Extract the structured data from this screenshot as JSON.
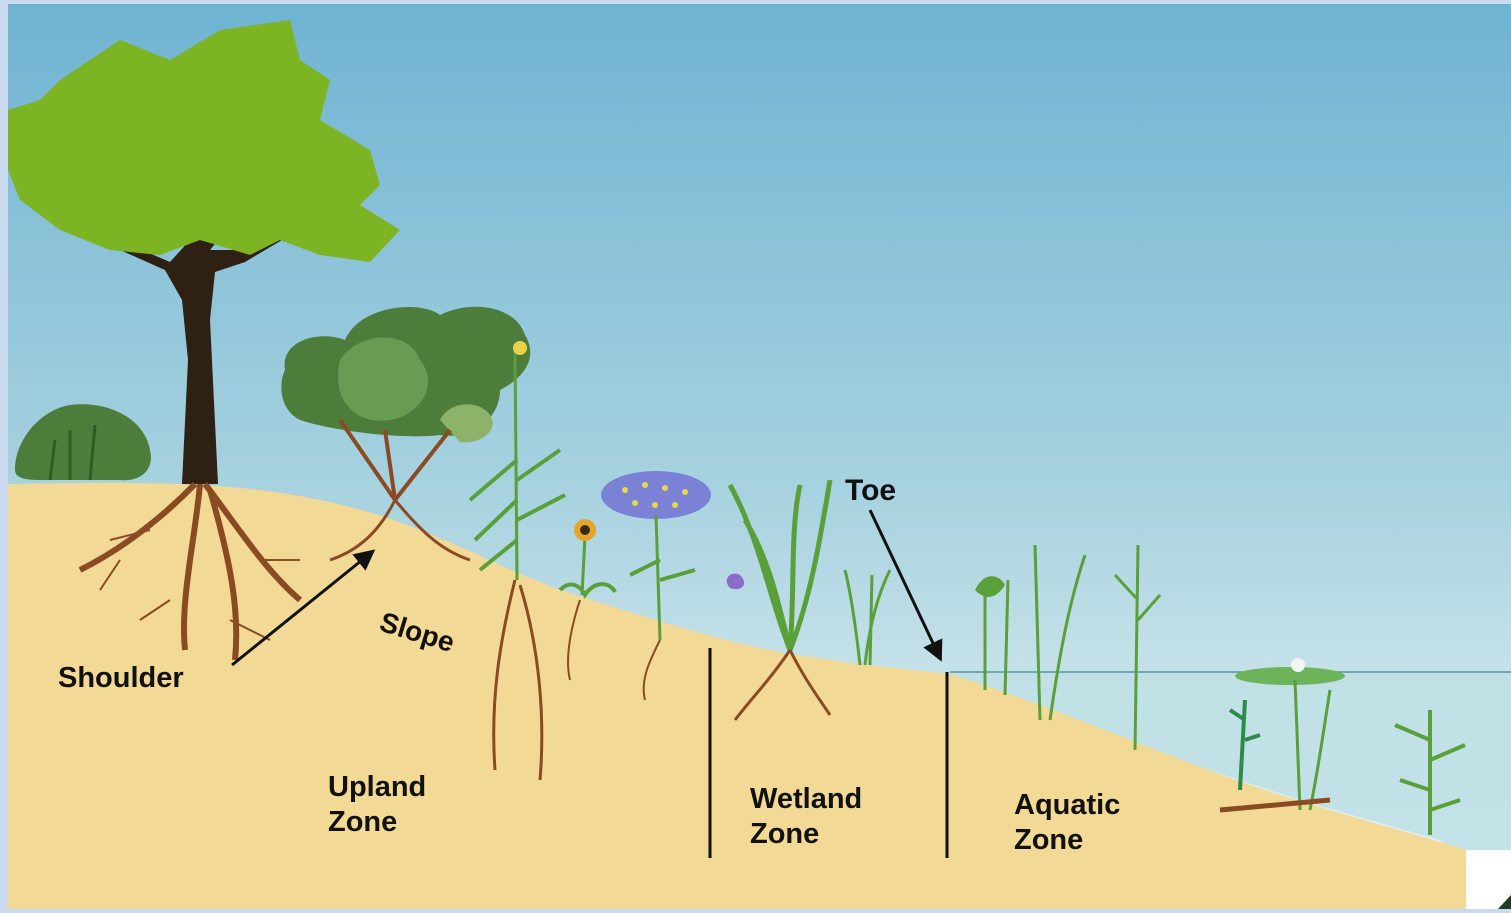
{
  "diagram": {
    "labels": {
      "shoulder": "Shoulder",
      "slope": "Slope",
      "toe": "Toe",
      "upland_line1": "Upland",
      "upland_line2": "Zone",
      "wetland_line1": "Wetland",
      "wetland_line2": "Zone",
      "aquatic_line1": "Aquatic",
      "aquatic_line2": "Zone"
    },
    "colors": {
      "sky_top": "#6fb3d2",
      "sky_bottom": "#eef5f4",
      "soil": "#f2d996",
      "water": "#bfe0e6",
      "root": "#8a4a22",
      "trunk": "#2e2012",
      "canopy": "#7cb424",
      "shrub": "#4d7d3b",
      "plant": "#5aa03a",
      "aster": "#7b82d6",
      "outer_border": "#c9d9ee"
    }
  }
}
